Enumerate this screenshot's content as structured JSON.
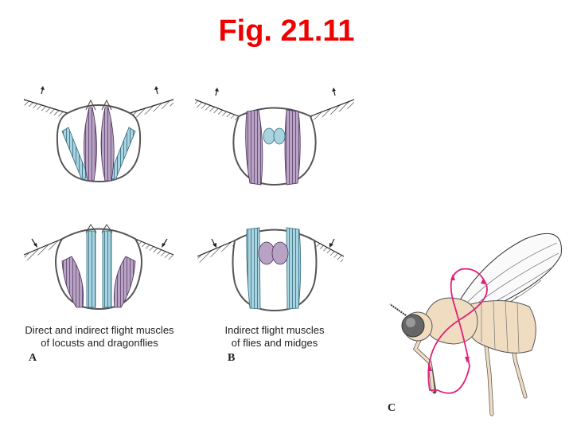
{
  "title": "Fig. 21.11",
  "panels": {
    "A": {
      "letter": "A",
      "caption_line1": "Direct and indirect flight muscles",
      "caption_line2": "of locusts and dragonflies"
    },
    "B": {
      "letter": "B",
      "caption_line1": "Indirect flight muscles",
      "caption_line2": "of flies and midges"
    },
    "C": {
      "letter": "C"
    }
  },
  "colors": {
    "title": "#ee0000",
    "muscle_purple": "#b9a3c4",
    "muscle_blue": "#a9d3de",
    "body_tan": "#f0dcc0",
    "wing_path": "#e0207a"
  }
}
